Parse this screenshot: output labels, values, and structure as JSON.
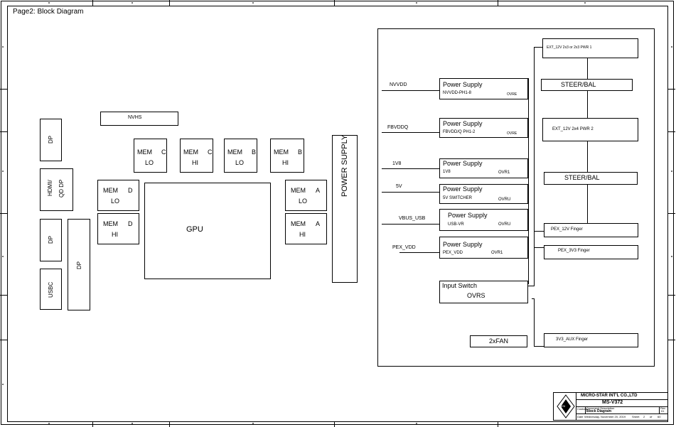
{
  "page_title": "Page2: Block Diagram",
  "left_connectors": {
    "dp_top": "DP",
    "hdmi": "HDMI/",
    "qddp": "QD DP",
    "dp_mid": "DP",
    "usbc": "USBC",
    "dp_side": "DP"
  },
  "nvhs": "NVHS",
  "mem": {
    "mem": "MEM",
    "c": "C",
    "b": "B",
    "d": "D",
    "a": "A",
    "lo": "LO",
    "hi": "HI"
  },
  "gpu": "GPU",
  "power_supply_vertical": "POWER SUPPLY",
  "power_section": {
    "rails": [
      {
        "net": "NVVDD",
        "title": "Power Supply",
        "sub": "NVVDD-PH1-8",
        "tag": "OVRE"
      },
      {
        "net": "FBVDDQ",
        "title": "Power Supply",
        "sub": "FBVDD/Q PH1-2",
        "tag": "OVRE"
      },
      {
        "net": "1V8",
        "title": "Power Supply",
        "sub": "1V8",
        "tag": "OVR1"
      },
      {
        "net": "5V",
        "title": "Power Supply",
        "sub": "5V SWITCHER",
        "tag": "OVRU"
      },
      {
        "net": "VBUS_USB",
        "title": "Power Supply",
        "sub": "USB-VR",
        "tag": "OVRU"
      },
      {
        "net": "PEX_VDD",
        "title": "Power Supply",
        "sub": "PEX_VDD",
        "tag": "OVR1"
      }
    ],
    "input_switch": {
      "title": "Input Switch",
      "tag": "OVRS"
    },
    "fan": "2xFAN",
    "ext_pwr1": "EXT_12V 2x3 or 2x3 PWR 1",
    "steer1": "STEER/BAL",
    "ext_pwr2": "EXT_12V 2x4 PWR 2",
    "steer2": "STEER/BAL",
    "pex_12v": "PEX_12V Finger",
    "pex_3v3": "PEX_3V3 Finger",
    "aux_3v3": "3V3_AUX Finger"
  },
  "title_block": {
    "company": "MICRO-STAR INT'L CO.,LTD",
    "model": "MS-V372",
    "doc_label": "Document Description",
    "doc_value": "Block Diagram",
    "rev_label": "Rev",
    "rev_value": "01",
    "size_label": "Custom",
    "date_label": "Date",
    "date_value": "Wednesday, November 20, 2019",
    "sheet_label": "Sheet",
    "sheet_num": "2",
    "of_label": "of",
    "sheet_total": "60",
    "logo_text": "MSI"
  }
}
